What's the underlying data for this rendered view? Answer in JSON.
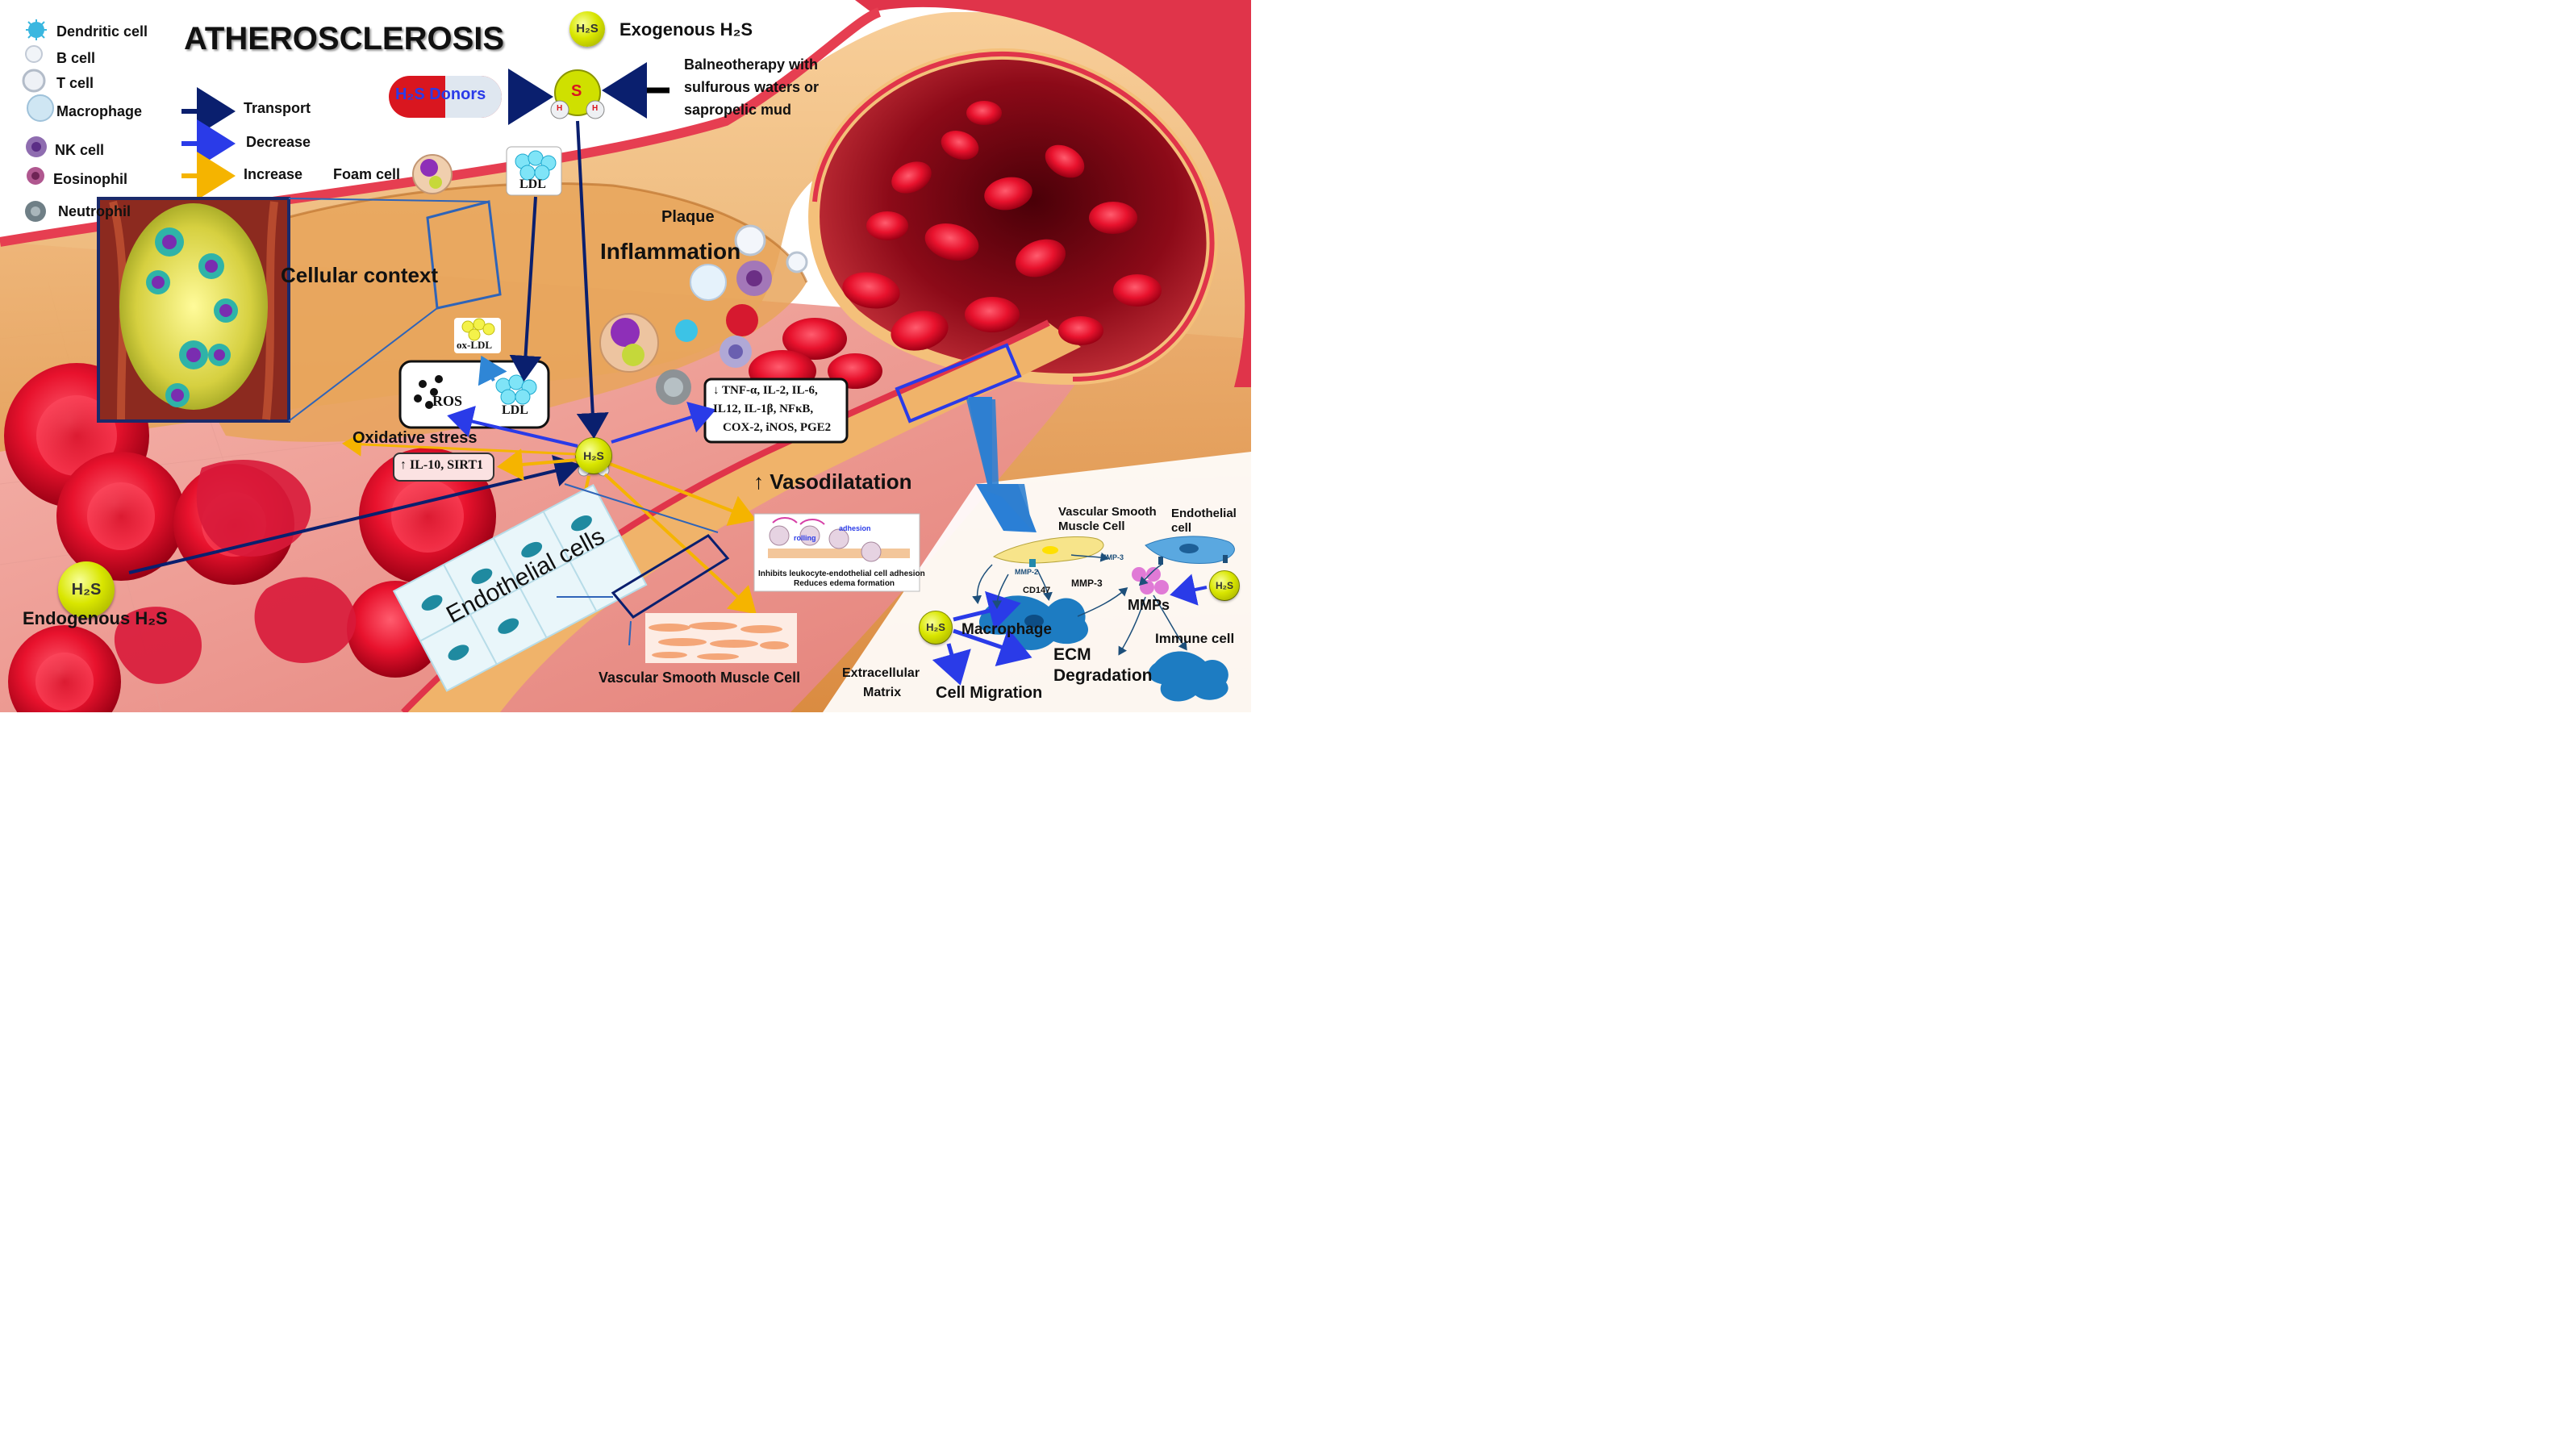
{
  "title": "ATHEROSCLEROSIS",
  "legend": {
    "cells": [
      {
        "label": "Dendritic cell",
        "icon": "dendritic-cell-icon"
      },
      {
        "label": "B cell",
        "icon": "b-cell-icon"
      },
      {
        "label": "T cell",
        "icon": "t-cell-icon"
      },
      {
        "label": "Macrophage",
        "icon": "macrophage-icon"
      },
      {
        "label": "NK cell",
        "icon": "nk-cell-icon"
      },
      {
        "label": "Eosinophil",
        "icon": "eosinophil-icon"
      },
      {
        "label": "Neutrophil",
        "icon": "neutrophil-icon"
      }
    ],
    "arrows": [
      {
        "label": "Transport",
        "color": "#0a1f6e"
      },
      {
        "label": "Decrease",
        "color": "#2a3be8"
      },
      {
        "label": "Increase",
        "color": "#f5b400"
      }
    ],
    "foam_cell": "Foam cell"
  },
  "h2s_sources": {
    "exogenous": "Exogenous H₂S",
    "donors": "H₂S Donors",
    "balneo": [
      "Balneotherapy with",
      "sulfurous waters or",
      "sapropelic mud"
    ],
    "endogenous": "Endogenous H₂S",
    "molecule_label": "H₂S",
    "sulfur_letter": "S",
    "hydrogen_letter": "H"
  },
  "labels": {
    "ldl": "LDL",
    "ox_ldl": "ox-LDL",
    "ros": "ROS",
    "ldl_box": "LDL",
    "cellular_context": "Cellular context",
    "plaque": "Plaque",
    "inflammation": "Inflammation",
    "oxidative_stress": "Oxidative stress",
    "il10": "↑ IL-10, SIRT1",
    "cytokines": [
      "↓ TNF-α, IL-2, IL-6,",
      "IL12, IL-1β, NFκB,",
      "COX-2, iNOS, PGE2"
    ],
    "vasodilatation": "↑ Vasodilatation",
    "endothelial_cells": "Endothelial cells",
    "vsmc_bottom": "Vascular Smooth Muscle Cell",
    "leukocyte_box": {
      "rolling": "rolling",
      "adhesion": "adhesion",
      "line1": "Inhibits leukocyte-endothelial cell adhesion",
      "line2": "Reduces edema formation"
    }
  },
  "ecm_panel": {
    "vsmc": [
      "Vascular Smooth",
      "Muscle Cell"
    ],
    "endothelial": [
      "Endothelial",
      "cell"
    ],
    "mmp2": "MMP-2",
    "mmp3_small": "MMP-3",
    "mmp3": "MMP-3",
    "cd147": "CD147",
    "mmps": "MMPs",
    "macrophage": "Macrophage",
    "immune_cell": "Immune cell",
    "ecm_degradation": [
      "ECM",
      "Degradation"
    ],
    "extracellular_matrix": [
      "Extracellular",
      "Matrix"
    ],
    "cell_migration": "Cell Migration"
  }
}
